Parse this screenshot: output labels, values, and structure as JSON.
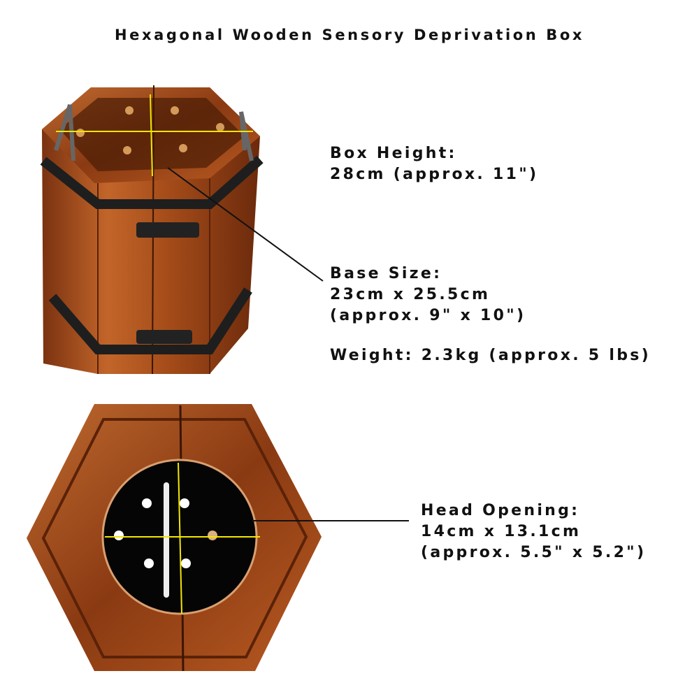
{
  "title": "Hexagonal Wooden Sensory Deprivation Box",
  "specs": {
    "box_height_label": "Box Height:",
    "box_height_value": "28cm (approx. 11\")",
    "base_size_label": "Base Size:",
    "base_size_value": "23cm x 25.5cm",
    "base_size_imperial": "(approx. 9\" x 10\")",
    "weight": "Weight: 2.3kg (approx. 5 lbs)",
    "head_opening_label": "Head Opening:",
    "head_opening_value": "14cm x 13.1cm",
    "head_opening_imperial": "(approx. 5.5\" x 5.2\")"
  },
  "colors": {
    "wood": "#b4561c",
    "wood_dark": "#5a2208",
    "strap": "#1e1e1e",
    "measure": "#f2e600"
  }
}
